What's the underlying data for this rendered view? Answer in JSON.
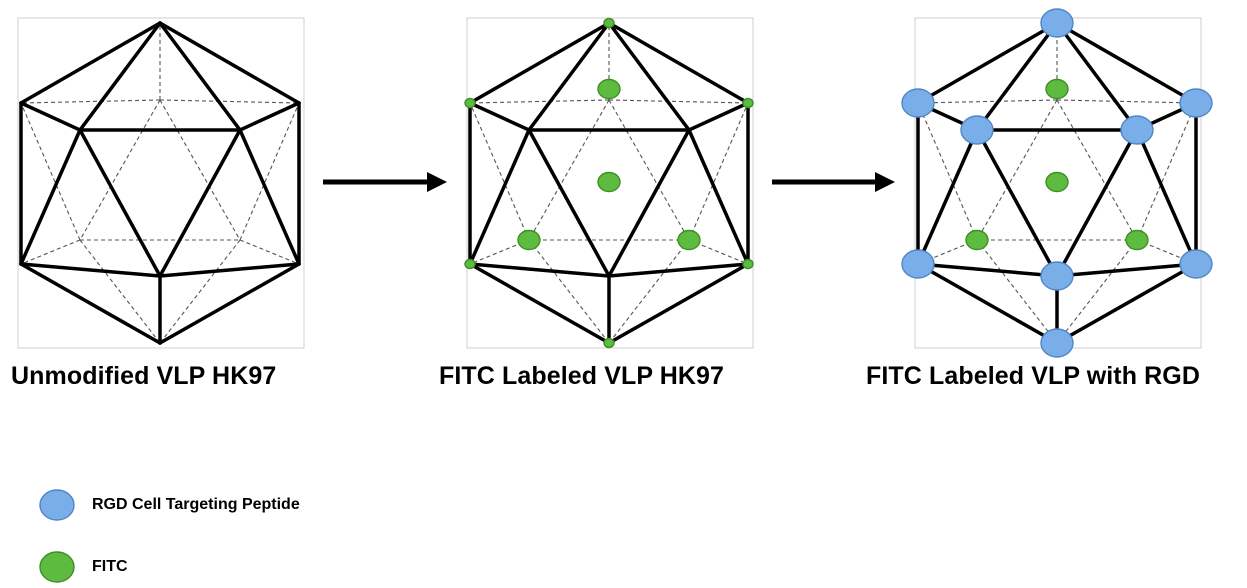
{
  "panels": [
    {
      "label": "Unmodified VLP HK97"
    },
    {
      "label": "FITC Labeled VLP HK97"
    },
    {
      "label": "FITC Labeled VLP with RGD"
    }
  ],
  "legend": {
    "rgd": {
      "label": "RGD Cell Targeting Peptide",
      "color": "#7aaee8"
    },
    "fitc": {
      "label": "FITC",
      "color": "#5dbb3f"
    }
  },
  "colors": {
    "edge": "#000000",
    "hidden_edge": "#555555",
    "frame": "#cfcfcf"
  }
}
